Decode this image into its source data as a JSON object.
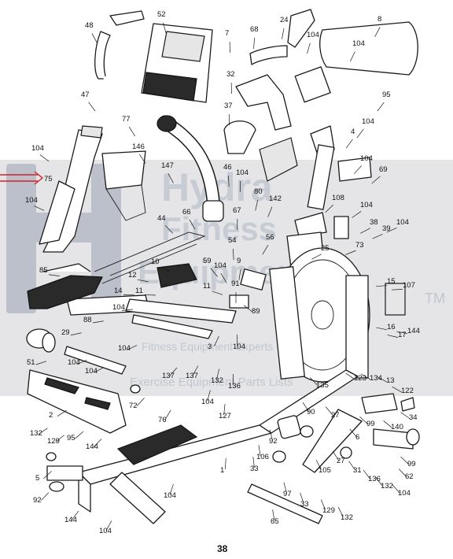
{
  "page_number": "38",
  "watermark": {
    "brand": "Hydra",
    "line2": "Fitness",
    "line3": "Equipment",
    "tm": "TM",
    "tagline1": "Fitness Equipment Experts",
    "tagline2": "Exercise Equipment Parts Lists",
    "band_color": "#cfcfd4",
    "text_color": "#a8b2c2"
  },
  "highlight": {
    "label": "75",
    "arrow_color": "#d0242a"
  },
  "callouts": [
    {
      "id": "c52",
      "text": "52"
    },
    {
      "id": "c48",
      "text": "48"
    },
    {
      "id": "c7",
      "text": "7"
    },
    {
      "id": "c68",
      "text": "68"
    },
    {
      "id": "c24",
      "text": "24"
    },
    {
      "id": "c104a",
      "text": "104"
    },
    {
      "id": "c8",
      "text": "8"
    },
    {
      "id": "c104b",
      "text": "104"
    },
    {
      "id": "c95a",
      "text": "95"
    },
    {
      "id": "c47",
      "text": "47"
    },
    {
      "id": "c32",
      "text": "32"
    },
    {
      "id": "c77",
      "text": "77"
    },
    {
      "id": "c37",
      "text": "37"
    },
    {
      "id": "c104c",
      "text": "104"
    },
    {
      "id": "c4",
      "text": "4"
    },
    {
      "id": "c104d",
      "text": "104"
    },
    {
      "id": "c146",
      "text": "146"
    },
    {
      "id": "c46",
      "text": "46"
    },
    {
      "id": "c104e",
      "text": "104"
    },
    {
      "id": "c104f",
      "text": "104"
    },
    {
      "id": "c69",
      "text": "69"
    },
    {
      "id": "c147",
      "text": "147"
    },
    {
      "id": "c80",
      "text": "80"
    },
    {
      "id": "c142",
      "text": "142"
    },
    {
      "id": "c104g",
      "text": "104"
    },
    {
      "id": "c104h",
      "text": "104"
    },
    {
      "id": "c66",
      "text": "66"
    },
    {
      "id": "c67",
      "text": "67"
    },
    {
      "id": "c108",
      "text": "108"
    },
    {
      "id": "c44",
      "text": "44"
    },
    {
      "id": "c38",
      "text": "38"
    },
    {
      "id": "c39",
      "text": "39"
    },
    {
      "id": "c104i",
      "text": "104"
    },
    {
      "id": "c56",
      "text": "56"
    },
    {
      "id": "c54",
      "text": "54"
    },
    {
      "id": "c25",
      "text": "25"
    },
    {
      "id": "c73",
      "text": "73"
    },
    {
      "id": "c10",
      "text": "10"
    },
    {
      "id": "c59",
      "text": "59"
    },
    {
      "id": "c9",
      "text": "9"
    },
    {
      "id": "c85",
      "text": "85"
    },
    {
      "id": "c12",
      "text": "12"
    },
    {
      "id": "c104j",
      "text": "104"
    },
    {
      "id": "c11a",
      "text": "11"
    },
    {
      "id": "c91",
      "text": "91"
    },
    {
      "id": "c15",
      "text": "15"
    },
    {
      "id": "c107",
      "text": "107"
    },
    {
      "id": "c14",
      "text": "14"
    },
    {
      "id": "c11b",
      "text": "11"
    },
    {
      "id": "c89",
      "text": "89"
    },
    {
      "id": "c104k",
      "text": "104"
    },
    {
      "id": "c88",
      "text": "88"
    },
    {
      "id": "c29",
      "text": "29"
    },
    {
      "id": "c104l",
      "text": "104"
    },
    {
      "id": "c16",
      "text": "16"
    },
    {
      "id": "c17",
      "text": "17"
    },
    {
      "id": "c144a",
      "text": "144"
    },
    {
      "id": "c3",
      "text": "3"
    },
    {
      "id": "c104m",
      "text": "104"
    },
    {
      "id": "c51",
      "text": "51"
    },
    {
      "id": "c104n",
      "text": "104"
    },
    {
      "id": "c137a",
      "text": "137"
    },
    {
      "id": "c137b",
      "text": "137"
    },
    {
      "id": "c104o",
      "text": "104"
    },
    {
      "id": "c132a",
      "text": "132"
    },
    {
      "id": "c136a",
      "text": "136"
    },
    {
      "id": "c123",
      "text": "123"
    },
    {
      "id": "c134",
      "text": "134"
    },
    {
      "id": "c13",
      "text": "13"
    },
    {
      "id": "c135",
      "text": "135"
    },
    {
      "id": "c122",
      "text": "122"
    },
    {
      "id": "c72",
      "text": "72"
    },
    {
      "id": "c104p",
      "text": "104"
    },
    {
      "id": "c127",
      "text": "127"
    },
    {
      "id": "c2",
      "text": "2"
    },
    {
      "id": "c90",
      "text": "90"
    },
    {
      "id": "c27a",
      "text": "27"
    },
    {
      "id": "c99a",
      "text": "99"
    },
    {
      "id": "c34",
      "text": "34"
    },
    {
      "id": "c95b",
      "text": "95"
    },
    {
      "id": "c76",
      "text": "76"
    },
    {
      "id": "c140",
      "text": "140"
    },
    {
      "id": "c132b",
      "text": "132"
    },
    {
      "id": "c129a",
      "text": "129"
    },
    {
      "id": "c92a",
      "text": "92"
    },
    {
      "id": "c6",
      "text": "6"
    },
    {
      "id": "c144b",
      "text": "144"
    },
    {
      "id": "c1",
      "text": "1"
    },
    {
      "id": "c106",
      "text": "106"
    },
    {
      "id": "c27b",
      "text": "27"
    },
    {
      "id": "c99b",
      "text": "99"
    },
    {
      "id": "c5",
      "text": "5"
    },
    {
      "id": "c33a",
      "text": "33"
    },
    {
      "id": "c105",
      "text": "105"
    },
    {
      "id": "c31",
      "text": "31"
    },
    {
      "id": "c136b",
      "text": "136"
    },
    {
      "id": "c62",
      "text": "62"
    },
    {
      "id": "c92b",
      "text": "92"
    },
    {
      "id": "c104q",
      "text": "104"
    },
    {
      "id": "c97",
      "text": "97"
    },
    {
      "id": "c132c",
      "text": "132"
    },
    {
      "id": "c104r",
      "text": "104"
    },
    {
      "id": "c144c",
      "text": "144"
    },
    {
      "id": "c33b",
      "text": "33"
    },
    {
      "id": "c65",
      "text": "65"
    },
    {
      "id": "c129b",
      "text": "129"
    },
    {
      "id": "c132d",
      "text": "132"
    },
    {
      "id": "c104s",
      "text": "104"
    }
  ]
}
